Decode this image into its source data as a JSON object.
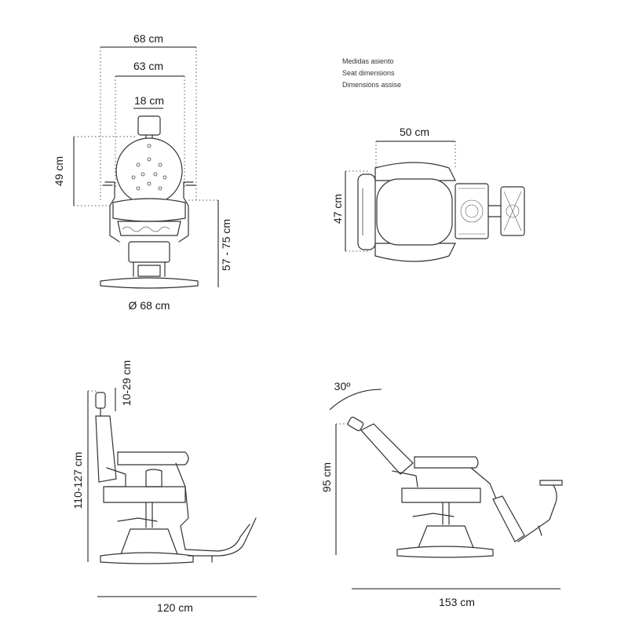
{
  "front_view": {
    "width_overall": "68 cm",
    "width_armrests": "63 cm",
    "headrest_width": "18 cm",
    "backrest_height": "49 cm",
    "seat_height_range": "57 - 75 cm",
    "base_diameter": "Ø 68 cm"
  },
  "top_view": {
    "notes": [
      "Medidas asiento",
      "Seat dimensions",
      "Dimensions assise"
    ],
    "seat_width": "50 cm",
    "seat_depth": "47 cm"
  },
  "side_view": {
    "headrest_adjust": "10-29 cm",
    "total_height": "110-127 cm",
    "length": "120 cm"
  },
  "reclined_view": {
    "recline_angle": "30º",
    "height": "95 cm",
    "length": "153 cm"
  }
}
